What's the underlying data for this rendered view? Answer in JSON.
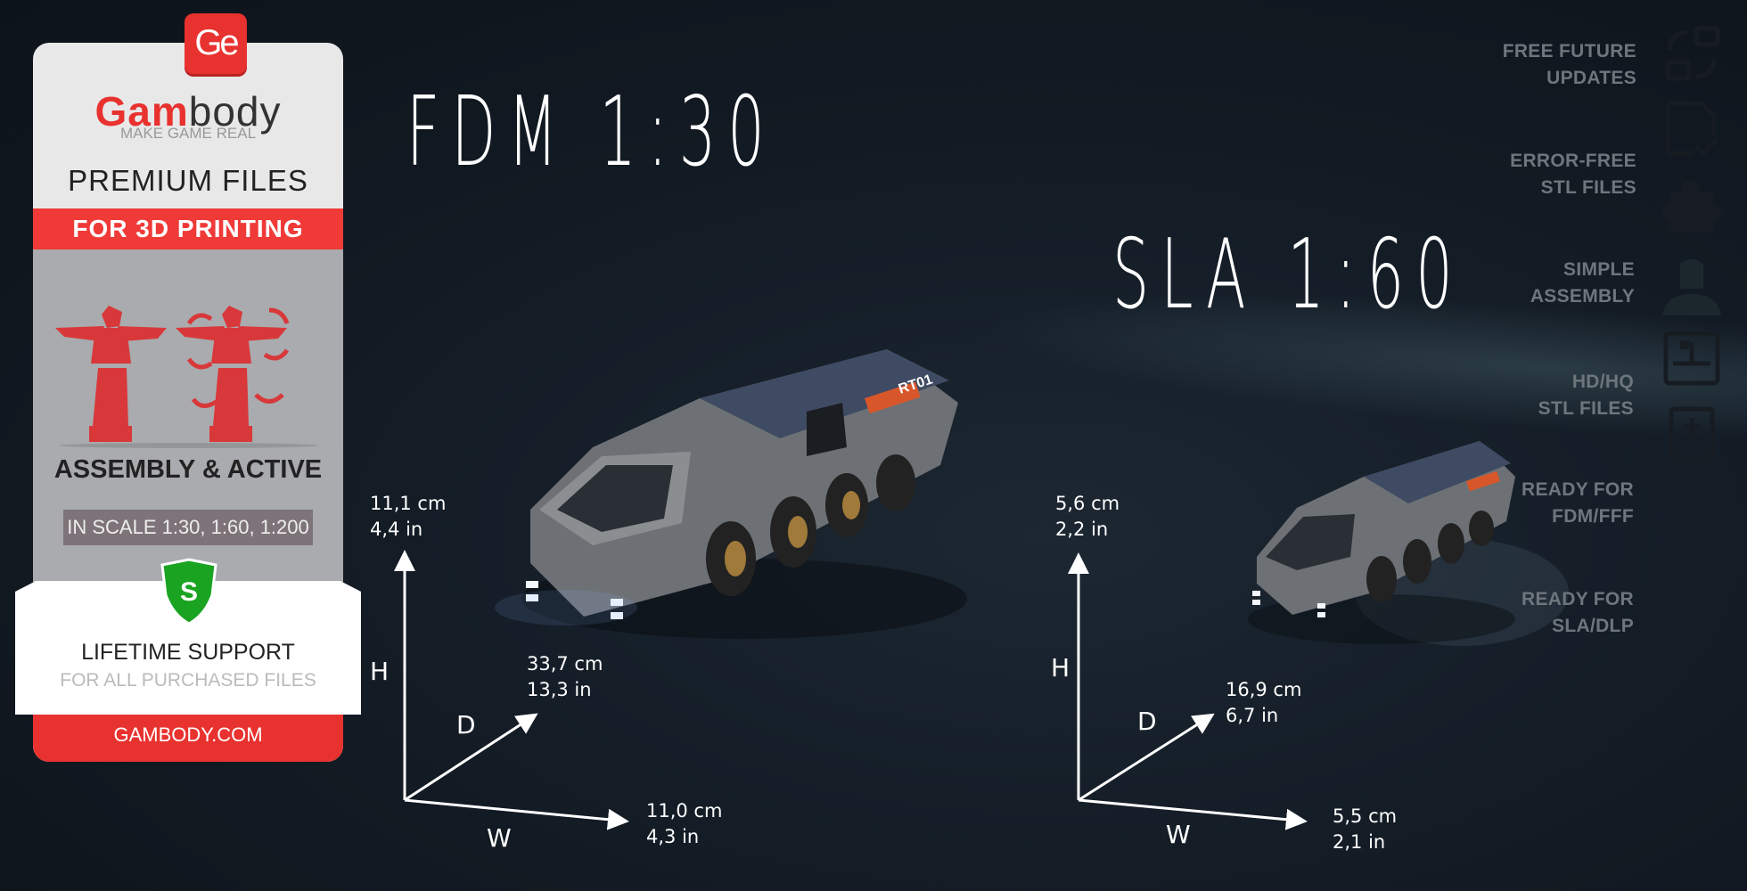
{
  "promo_panel": {
    "logo_badge": "Ge",
    "brand_red": "Gam",
    "brand_dark": "body",
    "tagline": "MAKE GAME REAL",
    "premium": "PREMIUM FILES",
    "for_printing": "FOR 3D PRINTING",
    "assembly": "ASSEMBLY & ACTIVE",
    "scale": "IN SCALE 1:30, 1:60, 1:200",
    "shield_letter": "S",
    "support_title": "LIFETIME SUPPORT",
    "support_sub": "FOR ALL PURCHASED FILES",
    "website": "GAMBODY.COM",
    "accent_color": "#e8322f"
  },
  "fdm": {
    "title": "FDM 1:30",
    "height_cm": "11,1  cm",
    "height_in": "4,4  in",
    "depth_cm": "33,7  cm",
    "depth_in": "13,3  in",
    "width_cm": "11,0  cm",
    "width_in": "4,3  in",
    "h": "H",
    "d": "D",
    "w": "W"
  },
  "sla": {
    "title": "SLA 1:60",
    "height_cm": "5,6  cm",
    "height_in": "2,2  in",
    "depth_cm": "16,9  cm",
    "depth_in": "6,7  in",
    "width_cm": "5,5  cm",
    "width_in": "2,1  in",
    "h": "H",
    "d": "D",
    "w": "W"
  },
  "features": [
    {
      "line1": "FREE FUTURE",
      "line2": "UPDATES",
      "icon": "update-arrows-icon"
    },
    {
      "line1": "ERROR-FREE",
      "line2": "STL FILES",
      "icon": "file-check-icon"
    },
    {
      "line1": "SIMPLE",
      "line2": "ASSEMBLY",
      "icon": "puzzle-icon"
    },
    {
      "line1": "HD/HQ",
      "line2": "STL FILES",
      "icon": "helmet-bust-icon"
    },
    {
      "line1": "READY FOR",
      "line2": "FDM/FFF",
      "icon": "fdm-printer-icon"
    },
    {
      "line1": "READY FOR",
      "line2": "SLA/DLP",
      "icon": "sla-printer-icon"
    }
  ],
  "vehicle_decal": "RT01"
}
